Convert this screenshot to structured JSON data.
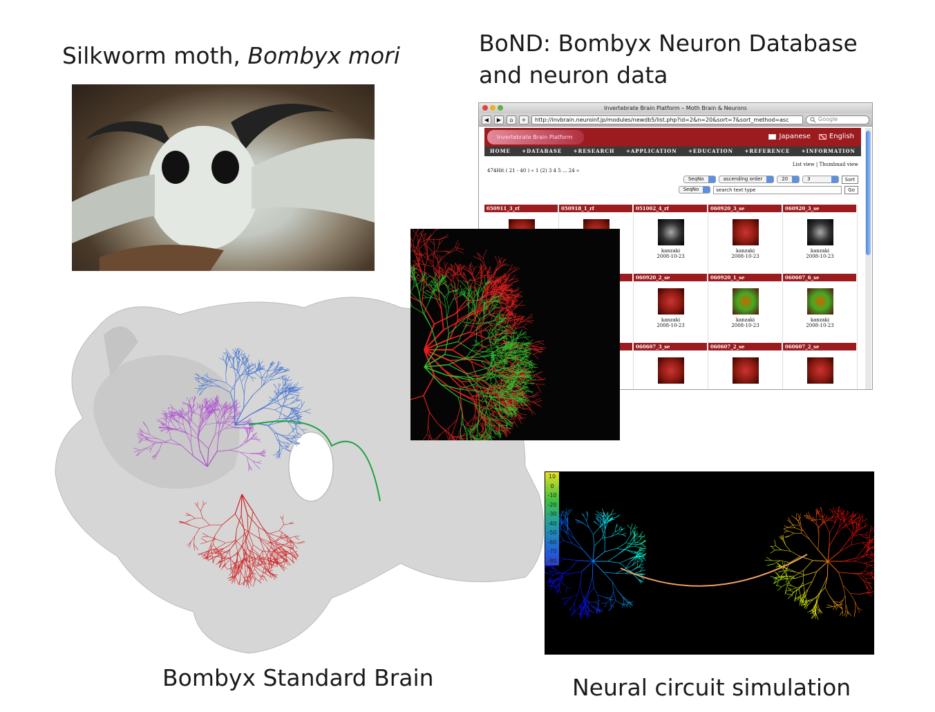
{
  "titles": {
    "moth_prefix": "Silkworm moth, ",
    "moth_species": "Bombyx mori",
    "bond_line1": "BoND: Bombyx Neuron Database",
    "bond_line2": "and neuron data",
    "brain": "Bombyx Standard Brain",
    "simulation": "Neural circuit simulation"
  },
  "browser": {
    "window_title": "Invertebrate Brain Platform – Moth Brain & Neurons",
    "url": "http://invbrain.neuroinf.jp/modules/newdb5/list.php?id=2&n=20&sort=7&sort_method=asc",
    "search_placeholder": "Google",
    "logo": "Invertebrate Brain Platform",
    "lang": [
      "Japanese",
      "English"
    ],
    "nav": [
      "HOME",
      "+DATABASE",
      "+RESEARCH",
      "+APPLICATION",
      "+EDUCATION",
      "+REFERENCE",
      "+INFORMATION"
    ],
    "views": "List view | Thumbnail view",
    "pagination": "474Hit ( 21 - 40 )  « 1 (2) 3 4 5 ... 24 »",
    "sort_field": "SeqNo",
    "sort_order": "ascending order",
    "per_page": "20",
    "sort_col": "3",
    "sort_button": "Sort",
    "search_field": "SeqNo",
    "search_placeholder2": "search text type",
    "go_button": "Go",
    "cells": [
      {
        "label": "050911_3_rf",
        "thumb": "r"
      },
      {
        "label": "050918_1_rf",
        "thumb": "r"
      },
      {
        "label": "051002_4_rf",
        "thumb": "g",
        "author": "kanzaki",
        "date": "2008-10-23"
      },
      {
        "label": "060920_3_se",
        "thumb": "r",
        "author": "kanzaki",
        "date": "2008-10-23"
      },
      {
        "label": "060920_3_se",
        "thumb": "g",
        "author": "kanzaki",
        "date": "2008-10-23"
      },
      {
        "label": "",
        "thumb": ""
      },
      {
        "label": "",
        "thumb": ""
      },
      {
        "label": "060920_2_se",
        "thumb": "r",
        "author": "kanzaki",
        "date": "2008-10-23"
      },
      {
        "label": "060920_1_se",
        "thumb": "gr",
        "author": "kanzaki",
        "date": "2008-10-23"
      },
      {
        "label": "060607_6_se",
        "thumb": "gr",
        "author": "kanzaki",
        "date": "2008-10-23"
      },
      {
        "label": "",
        "thumb": ""
      },
      {
        "label": "",
        "thumb": ""
      },
      {
        "label": "060607_3_se",
        "thumb": "r"
      },
      {
        "label": "060607_2_se",
        "thumb": "r"
      },
      {
        "label": "060607_2_se",
        "thumb": "r"
      }
    ]
  },
  "colorbar": [
    "10",
    "0",
    "-10",
    "-20",
    "-30",
    "-40",
    "-50",
    "-60",
    "-70",
    "-80"
  ],
  "colors": {
    "brand_red": "#9b1b1f",
    "nav": "#3a3a3a"
  }
}
